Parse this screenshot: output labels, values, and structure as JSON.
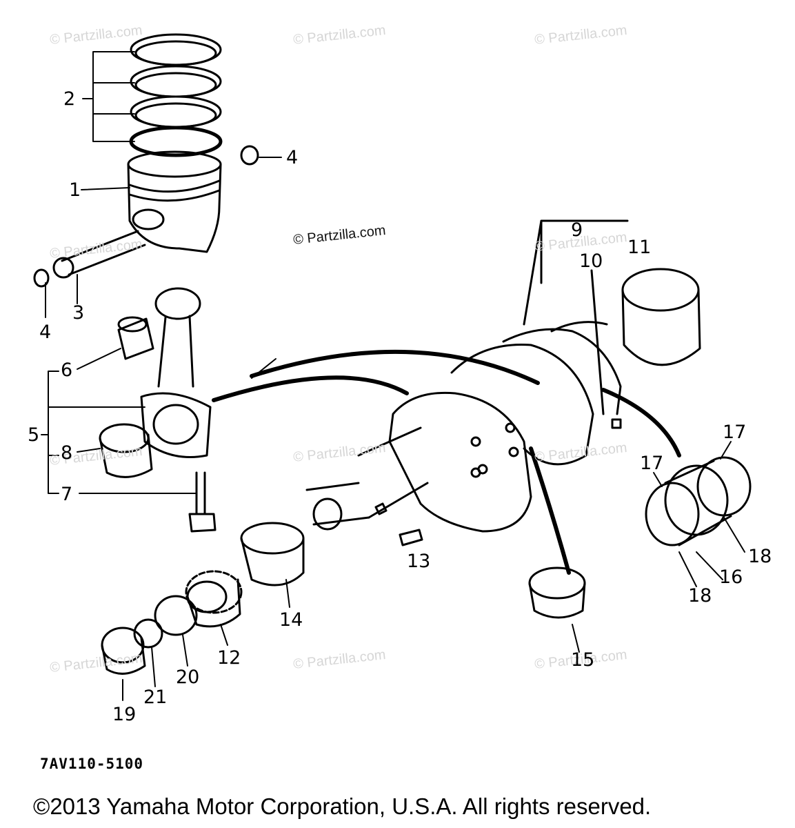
{
  "watermarks": {
    "text": "© Partzilla.com",
    "center_text": "© Partzilla.com"
  },
  "callouts": [
    "1",
    "2",
    "3",
    "4",
    "4",
    "5",
    "6",
    "7",
    "8",
    "9",
    "10",
    "11",
    "12",
    "13",
    "14",
    "15",
    "16",
    "17",
    "17",
    "18",
    "18",
    "19",
    "20",
    "21"
  ],
  "diagram_code": "7AV110-5100",
  "copyright": "©2013 Yamaha Motor Corporation, U.S.A. All rights reserved."
}
